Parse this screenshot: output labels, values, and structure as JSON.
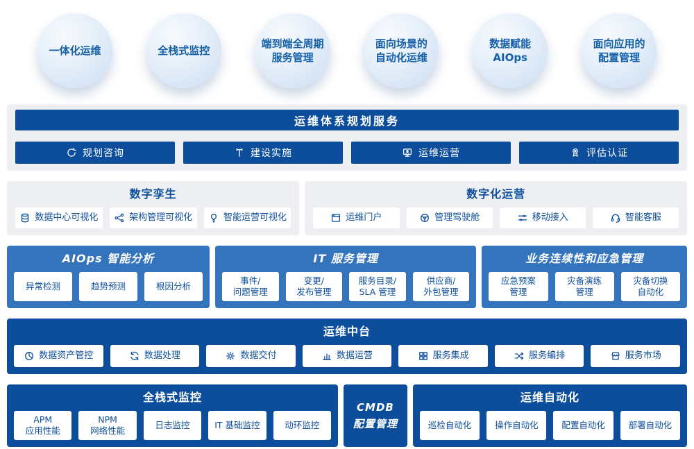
{
  "bubbles": [
    {
      "lines": [
        "一体化运维"
      ]
    },
    {
      "lines": [
        "全栈式监控"
      ]
    },
    {
      "lines": [
        "端到端全周期",
        "服务管理"
      ]
    },
    {
      "lines": [
        "面向场景的",
        "自动化运维"
      ]
    },
    {
      "lines": [
        "数据赋能",
        "AIOps"
      ]
    },
    {
      "lines": [
        "面向应用的",
        "配置管理"
      ]
    }
  ],
  "planning": {
    "title": "运维体系规划服务",
    "buttons": [
      {
        "label": "规划咨询",
        "icon": "refresh-icon"
      },
      {
        "label": "建设实施",
        "icon": "hammer-icon"
      },
      {
        "label": "运维运营",
        "icon": "monitor-icon"
      },
      {
        "label": "评估认证",
        "icon": "seal-icon"
      }
    ]
  },
  "digital_twin": {
    "title": "数字孪生",
    "items": [
      {
        "label": "数据中心可视化",
        "icon": "database-icon"
      },
      {
        "label": "架构管理可视化",
        "icon": "topology-icon"
      },
      {
        "label": "智能运营可视化",
        "icon": "bulb-icon"
      }
    ]
  },
  "digital_operation": {
    "title": "数字化运营",
    "items": [
      {
        "label": "运维门户",
        "icon": "portal-icon"
      },
      {
        "label": "管理驾驶舱",
        "icon": "dashboard-icon"
      },
      {
        "label": "移动接入",
        "icon": "sliders-icon"
      },
      {
        "label": "智能客服",
        "icon": "headset-icon"
      }
    ]
  },
  "aiops": {
    "title": "AIOps 智能分析",
    "items": [
      {
        "lines": [
          "异常检测"
        ]
      },
      {
        "lines": [
          "趋势预测"
        ]
      },
      {
        "lines": [
          "根因分析"
        ]
      }
    ]
  },
  "itsm": {
    "title": "IT 服务管理",
    "items": [
      {
        "lines": [
          "事件/",
          "问题管理"
        ]
      },
      {
        "lines": [
          "变更/",
          "发布管理"
        ]
      },
      {
        "lines": [
          "服务目录/",
          "SLA 管理"
        ]
      },
      {
        "lines": [
          "供应商/",
          "外包管理"
        ]
      }
    ]
  },
  "bcm": {
    "title": "业务连续性和应急管理",
    "items": [
      {
        "lines": [
          "应急预案",
          "管理"
        ]
      },
      {
        "lines": [
          "灾备演练",
          "管理"
        ]
      },
      {
        "lines": [
          "灾备切换",
          "自动化"
        ]
      }
    ]
  },
  "middle_platform": {
    "title": "运维中台",
    "items": [
      {
        "label": "数据资产管控",
        "icon": "pie-icon"
      },
      {
        "label": "数据处理",
        "icon": "process-icon"
      },
      {
        "label": "数据交付",
        "icon": "gear-icon"
      },
      {
        "label": "数据运营",
        "icon": "bars-icon"
      },
      {
        "label": "服务集成",
        "icon": "grid-icon"
      },
      {
        "label": "服务编排",
        "icon": "flow-icon"
      },
      {
        "label": "服务市场",
        "icon": "store-icon"
      }
    ]
  },
  "full_stack_monitoring": {
    "title": "全栈式监控",
    "items": [
      {
        "lines": [
          "APM",
          "应用性能"
        ]
      },
      {
        "lines": [
          "NPM",
          "网络性能"
        ]
      },
      {
        "lines": [
          "日志监控"
        ]
      },
      {
        "lines": [
          "IT 基础监控"
        ]
      },
      {
        "lines": [
          "动环监控"
        ]
      }
    ]
  },
  "cmdb": {
    "lines": [
      "CMDB",
      "配置管理"
    ]
  },
  "automation": {
    "title": "运维自动化",
    "items": [
      {
        "lines": [
          "巡检自动化"
        ]
      },
      {
        "lines": [
          "操作自动化"
        ]
      },
      {
        "lines": [
          "配置自动化"
        ]
      },
      {
        "lines": [
          "部署自动化"
        ]
      }
    ]
  },
  "colors": {
    "dark_blue": "#0d4e9c",
    "medium_blue": "#3474bd",
    "panel_gray": "#edeff2",
    "bubble_text": "#1460a9",
    "chip_bg": "#ffffff"
  }
}
